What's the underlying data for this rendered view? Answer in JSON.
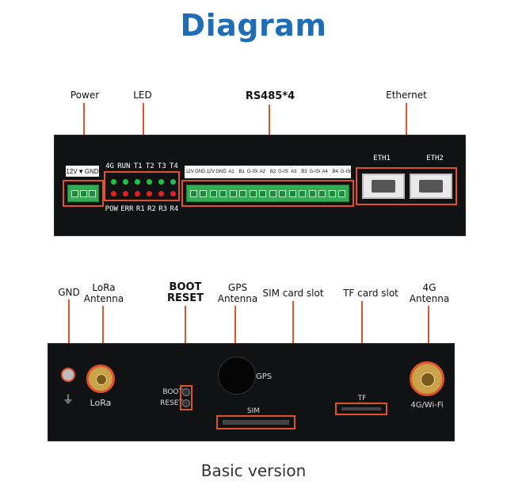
{
  "title": "Diagram",
  "caption": "Basic version",
  "top_labels": {
    "power": "Power",
    "led": "LED",
    "rs485": "RS485*4",
    "ethernet": "Ethernet"
  },
  "top_panel": {
    "power_pins": [
      "12V",
      "GND"
    ],
    "led_top": [
      "4G",
      "RUN",
      "T1",
      "T2",
      "T3",
      "T4"
    ],
    "led_bottom": [
      "POW",
      "ERR",
      "R1",
      "R2",
      "R3",
      "R4"
    ],
    "rs485_pins": [
      "12V",
      "GND",
      "12V",
      "GND",
      "A1",
      "B1",
      "G-ISO",
      "A2",
      "B2",
      "G-ISO",
      "A3",
      "B3",
      "G-ISO",
      "A4",
      "B4",
      "G-ISO"
    ],
    "eth1": "ETH1",
    "eth2": "ETH2"
  },
  "bottom_labels": {
    "gnd": "GND",
    "lora_line1": "LoRa",
    "lora_line2": "Antenna",
    "boot_line1": "BOOT",
    "boot_line2": "RESET",
    "gps_line1": "GPS",
    "gps_line2": "Antenna",
    "sim_slot": "SIM card slot",
    "tf_slot": "TF card slot",
    "ant4g_line1": "4G",
    "ant4g_line2": "Antenna"
  },
  "bottom_panel": {
    "lora": "LoRa",
    "gps": "GPS",
    "boot": "BOOT",
    "reset": "RESET",
    "sim": "SIM",
    "tf": "TF",
    "wifi": "4G/Wi-Fi"
  },
  "colors": {
    "title": "#1f6db5",
    "accent": "#e0522a",
    "panel": "#111214",
    "terminal": "#2fae52"
  }
}
